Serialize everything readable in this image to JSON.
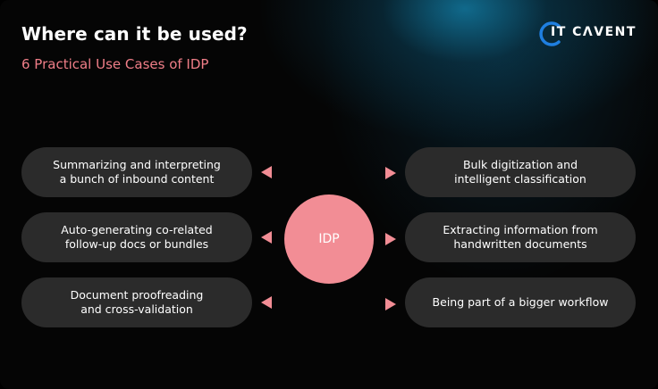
{
  "header": {
    "title": "Where can it be used?",
    "subtitle": "6 Practical Use Cases of IDP"
  },
  "logo": {
    "prefix": "IT",
    "name": "CΛVENT"
  },
  "hub": {
    "label": "IDP"
  },
  "left_items": [
    {
      "label": "Summarizing and interpreting\na bunch of inbound content"
    },
    {
      "label": "Auto-generating co-related\nfollow-up docs or bundles"
    },
    {
      "label": "Document proofreading\nand cross-validation"
    }
  ],
  "right_items": [
    {
      "label": "Bulk digitization and\nintelligent classification"
    },
    {
      "label": "Extracting information from\nhandwritten documents"
    },
    {
      "label": "Being part of a bigger workflow"
    }
  ],
  "colors": {
    "accent": "#f28d95",
    "subtitle": "#f07e88",
    "pill": "#2b2b2b",
    "logo_blue": "#1f7fe0",
    "background": "#050505"
  },
  "icons": {
    "arrow_left": "triangle-left-icon",
    "arrow_right": "triangle-right-icon"
  }
}
